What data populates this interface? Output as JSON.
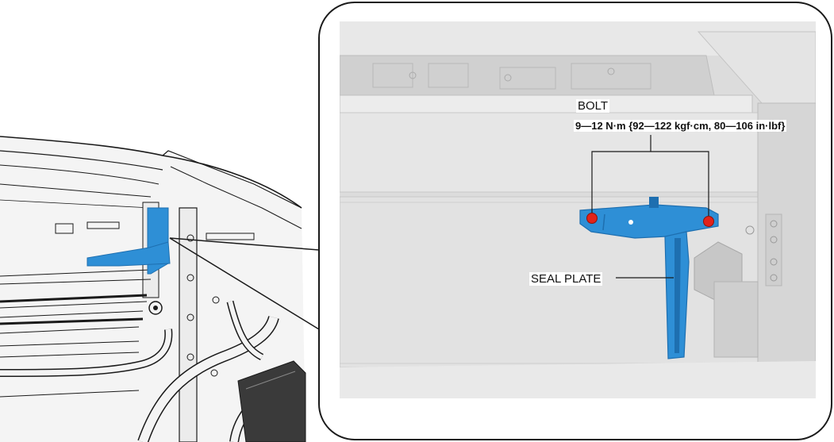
{
  "callouts": {
    "bolt": "BOLT",
    "torque": "9—12 N·m {92—122 kgf·cm, 80—106 in·lbf}",
    "seal_plate": "SEAL PLATE"
  },
  "colors": {
    "part_highlight": "#2e8fd6",
    "part_highlight_dark": "#1e6fb0",
    "bolt_marker": "#e2231a",
    "line_art": "#1a1a1a",
    "background_gray": "#d9d9d9"
  }
}
